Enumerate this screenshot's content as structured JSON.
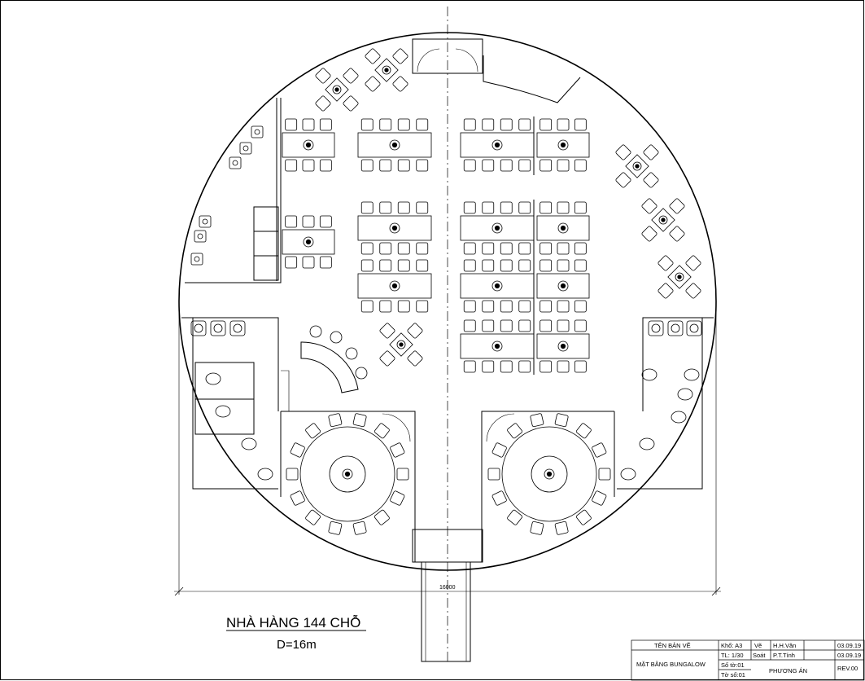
{
  "drawing": {
    "title": "NHÀ HÀNG 144 CHỖ",
    "subtitle": "D=16m",
    "dimension_label": "16000"
  },
  "title_block": {
    "ten_ban_ve_label": "TÊN BẢN VẼ",
    "drawing_name": "MẶT BẰNG BUNGALOW",
    "kho": "Khổ: A3",
    "ti_le": "TL: 1/30",
    "so_to": "Số tờ:01",
    "to_so": "Tờ số:01",
    "ve_label": "Vẽ",
    "soat_label": "Soát",
    "drawn_by": "H.H.Văn",
    "checked_by": "P.T.Tính",
    "phase": "PHƯƠNG ÁN",
    "date_1": "03.09.19",
    "date_2": "03.09.19",
    "revision": "REV.00"
  },
  "colors": {
    "line": "#000000",
    "background": "#ffffff"
  }
}
